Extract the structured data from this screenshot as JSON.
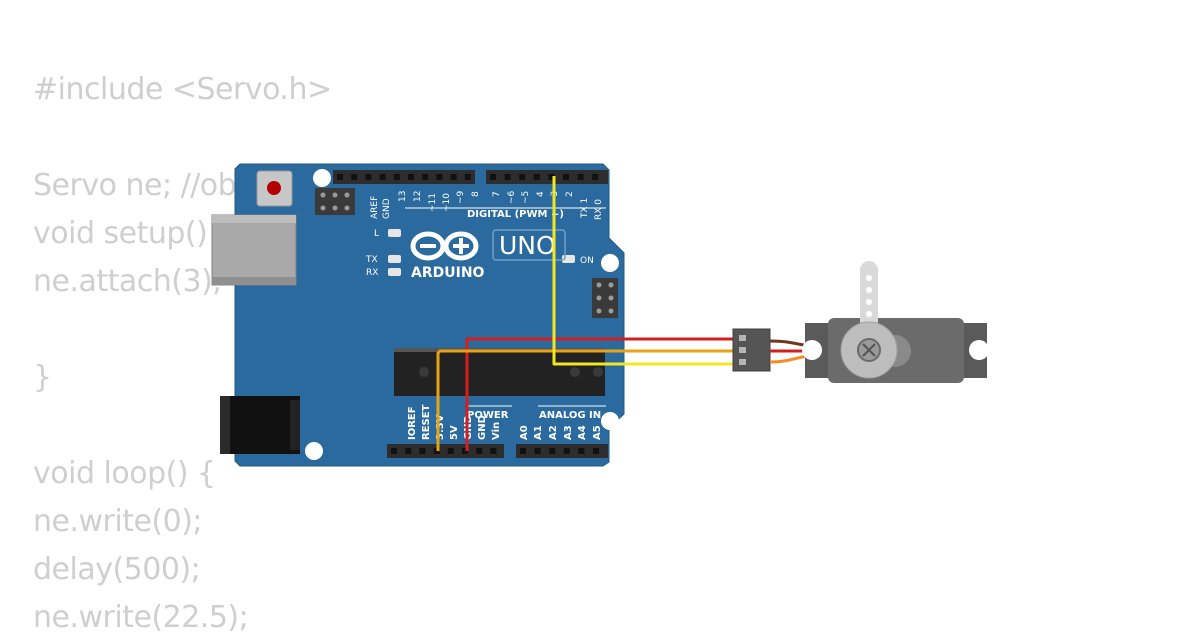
{
  "code": {
    "lines": [
      "#include <Servo.h>",
      "",
      "Servo ne; //ob",
      "void setup() {",
      "ne.attach(3);",
      "",
      "}",
      "",
      "void loop() {",
      "ne.write(0);",
      "delay(500);",
      "ne.write(22.5);"
    ]
  },
  "board": {
    "digital_header_label": "DIGITAL (PWM ~)",
    "model": "UNO",
    "brand": "ARDUINO",
    "on_label": "ON",
    "l_label": "L",
    "tx_label": "TX",
    "rx_label": "RX",
    "power_label": "POWER",
    "analog_label": "ANALOG IN",
    "top_pins_left": [
      "AREF",
      "GND",
      "13",
      "12",
      "~11",
      "~10",
      "~9",
      "8"
    ],
    "top_pins_right": [
      "7",
      "~6",
      "~5",
      "4",
      "~3",
      "2",
      "TX 1",
      "RX 0"
    ],
    "power_pins": [
      "IOREF",
      "RESET",
      "3.3V",
      "5V",
      "GND",
      "GND",
      "Vin"
    ],
    "analog_pins": [
      "A0",
      "A1",
      "A2",
      "A3",
      "A4",
      "A5"
    ]
  },
  "colors": {
    "board": "#2a6a9e",
    "wire_power": "#d61e1e",
    "wire_ground": "#e8a317",
    "wire_signal": "#f2e820"
  }
}
